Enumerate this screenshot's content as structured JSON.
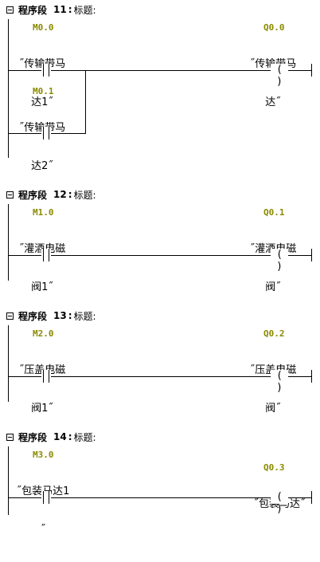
{
  "networks": [
    {
      "header": {
        "label": "程序段",
        "number": "11",
        "separator": ":",
        "title": "标题:"
      },
      "contacts": [
        {
          "address": "M0.0",
          "symbol_line1": "˝传输带马",
          "symbol_line2": "达1˝"
        },
        {
          "address": "M0.1",
          "symbol_line1": "˝传输带马",
          "symbol_line2": "达2˝"
        }
      ],
      "coil": {
        "address": "Q0.0",
        "symbol_line1": "˝传输带马",
        "symbol_line2": "达˝",
        "glyph": "( )"
      }
    },
    {
      "header": {
        "label": "程序段",
        "number": "12",
        "separator": ":",
        "title": "标题:"
      },
      "contacts": [
        {
          "address": "M1.0",
          "symbol_line1": "˝灌酒电磁",
          "symbol_line2": "阀1˝"
        }
      ],
      "coil": {
        "address": "Q0.1",
        "symbol_line1": "˝灌酒电磁",
        "symbol_line2": "阀˝",
        "glyph": "( )"
      }
    },
    {
      "header": {
        "label": "程序段",
        "number": "13",
        "separator": ":",
        "title": "标题:"
      },
      "contacts": [
        {
          "address": "M2.0",
          "symbol_line1": "˝压盖电磁",
          "symbol_line2": "阀1˝"
        }
      ],
      "coil": {
        "address": "Q0.2",
        "symbol_line1": "˝压盖电磁",
        "symbol_line2": "阀˝",
        "glyph": "( )"
      }
    },
    {
      "header": {
        "label": "程序段",
        "number": "14",
        "separator": ":",
        "title": "标题:"
      },
      "contacts": [
        {
          "address": "M3.0",
          "symbol_line1": "˝包装马达1",
          "symbol_line2": "˝"
        }
      ],
      "coil": {
        "address": "Q0.3",
        "symbol_line1": "˝包装马达˝",
        "symbol_line2": "",
        "glyph": "( )"
      }
    }
  ]
}
